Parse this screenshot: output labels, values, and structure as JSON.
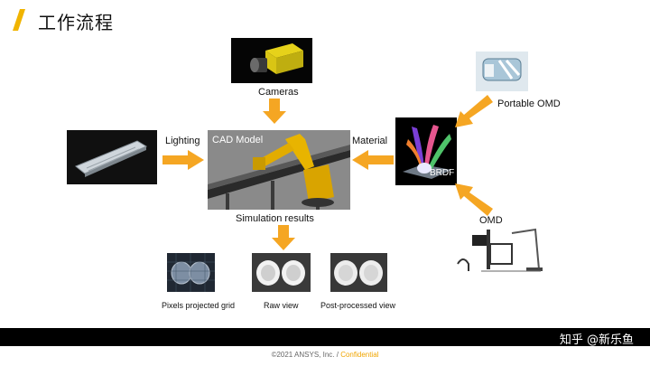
{
  "title": "工作流程",
  "labels": {
    "cameras": "Cameras",
    "portable_omd": "Portable OMD",
    "lighting": "Lighting",
    "cad_model": "CAD Model",
    "material": "Material",
    "brdf": "BRDF",
    "omd": "OMD",
    "simulation_results": "Simulation results",
    "pixels_projected_grid": "Pixels projected grid",
    "raw_view": "Raw view",
    "post_processed_view": "Post-processed view"
  },
  "footer": {
    "copyright": "©2021 ANSYS, Inc. /",
    "confidential": "Confidential",
    "watermark": "知乎 @新乐鱼"
  },
  "colors": {
    "arrow": "#f5a623",
    "accent": "#f0b400",
    "footer_bar": "#000000"
  },
  "icons": [
    "slash-accent-icon",
    "arrow-icon"
  ]
}
